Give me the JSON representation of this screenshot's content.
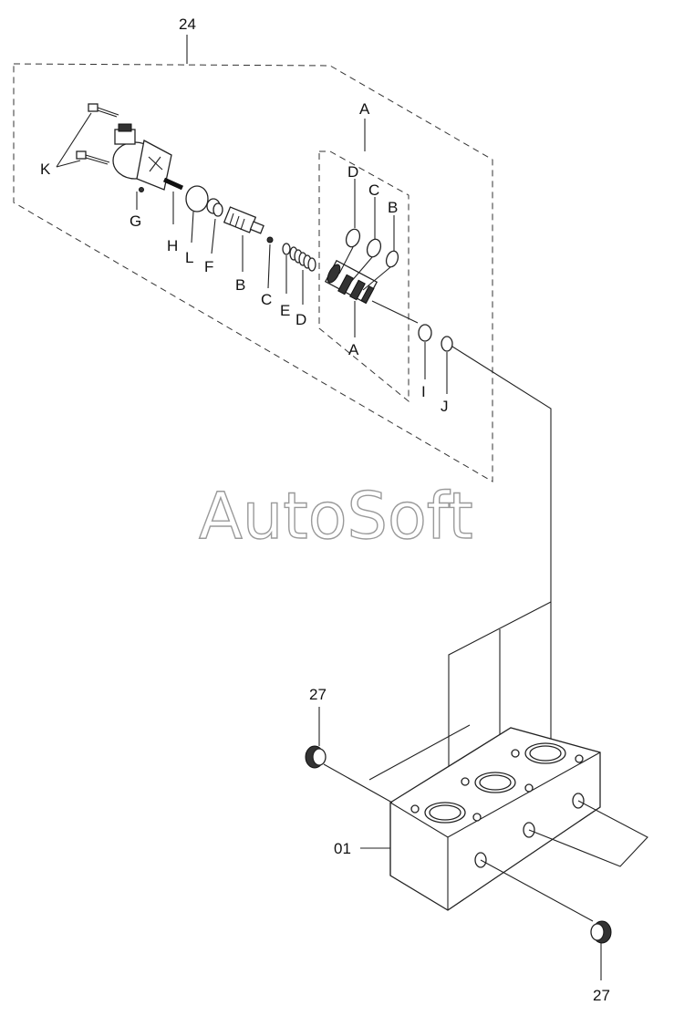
{
  "watermark": "AutoSoft",
  "callouts": {
    "assembly": "24",
    "subassembly_top": "A",
    "subassembly_bottom": "A",
    "k": "K",
    "g": "G",
    "h": "H",
    "l": "L",
    "f": "F",
    "b_left": "B",
    "c_left": "C",
    "e": "E",
    "d_left": "D",
    "d_right": "D",
    "c_right": "C",
    "b_right": "B",
    "i": "I",
    "j": "J",
    "block": "01",
    "plug_top": "27",
    "plug_bottom": "27"
  },
  "colors": {
    "line": "#222222",
    "watermark_stroke": "#9a9a9a"
  }
}
